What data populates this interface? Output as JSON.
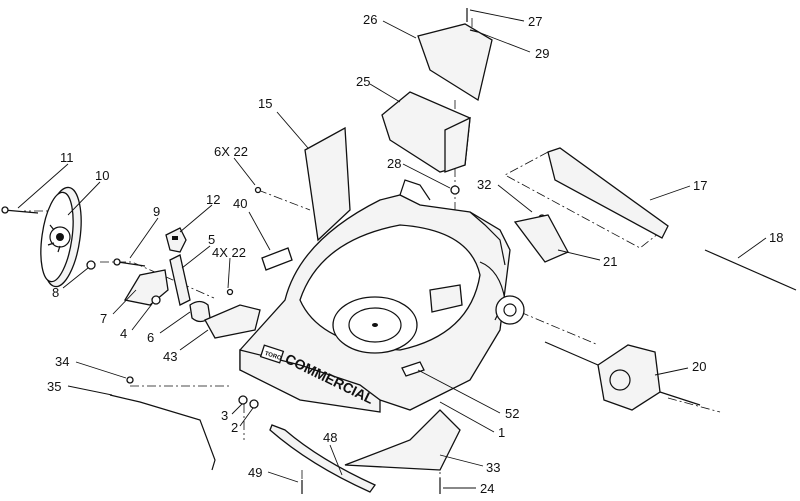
{
  "logo": {
    "text": "COMMERCIAL",
    "badge": "TORO"
  },
  "callouts": [
    {
      "id": "c1",
      "text": "1"
    },
    {
      "id": "c2",
      "text": "2"
    },
    {
      "id": "c3",
      "text": "3"
    },
    {
      "id": "c4",
      "text": "4"
    },
    {
      "id": "c5",
      "text": "5"
    },
    {
      "id": "c6",
      "text": "6"
    },
    {
      "id": "c6x",
      "text": "6X 22"
    },
    {
      "id": "c7",
      "text": "7"
    },
    {
      "id": "c8",
      "text": "8"
    },
    {
      "id": "c9",
      "text": "9"
    },
    {
      "id": "c10",
      "text": "10"
    },
    {
      "id": "c11",
      "text": "11"
    },
    {
      "id": "c12",
      "text": "12"
    },
    {
      "id": "c15",
      "text": "15"
    },
    {
      "id": "c17",
      "text": "17"
    },
    {
      "id": "c18",
      "text": "18"
    },
    {
      "id": "c20",
      "text": "20"
    },
    {
      "id": "c21",
      "text": "21"
    },
    {
      "id": "c24",
      "text": "24"
    },
    {
      "id": "c25",
      "text": "25"
    },
    {
      "id": "c26",
      "text": "26"
    },
    {
      "id": "c27",
      "text": "27"
    },
    {
      "id": "c28",
      "text": "28"
    },
    {
      "id": "c29",
      "text": "29"
    },
    {
      "id": "c32",
      "text": "32"
    },
    {
      "id": "c33",
      "text": "33"
    },
    {
      "id": "c34",
      "text": "34"
    },
    {
      "id": "c35",
      "text": "35"
    },
    {
      "id": "c40",
      "text": "40"
    },
    {
      "id": "c43",
      "text": "43"
    },
    {
      "id": "c4x",
      "text": "4X 22"
    },
    {
      "id": "c48",
      "text": "48"
    },
    {
      "id": "c49",
      "text": "49"
    },
    {
      "id": "c52",
      "text": "52"
    }
  ]
}
